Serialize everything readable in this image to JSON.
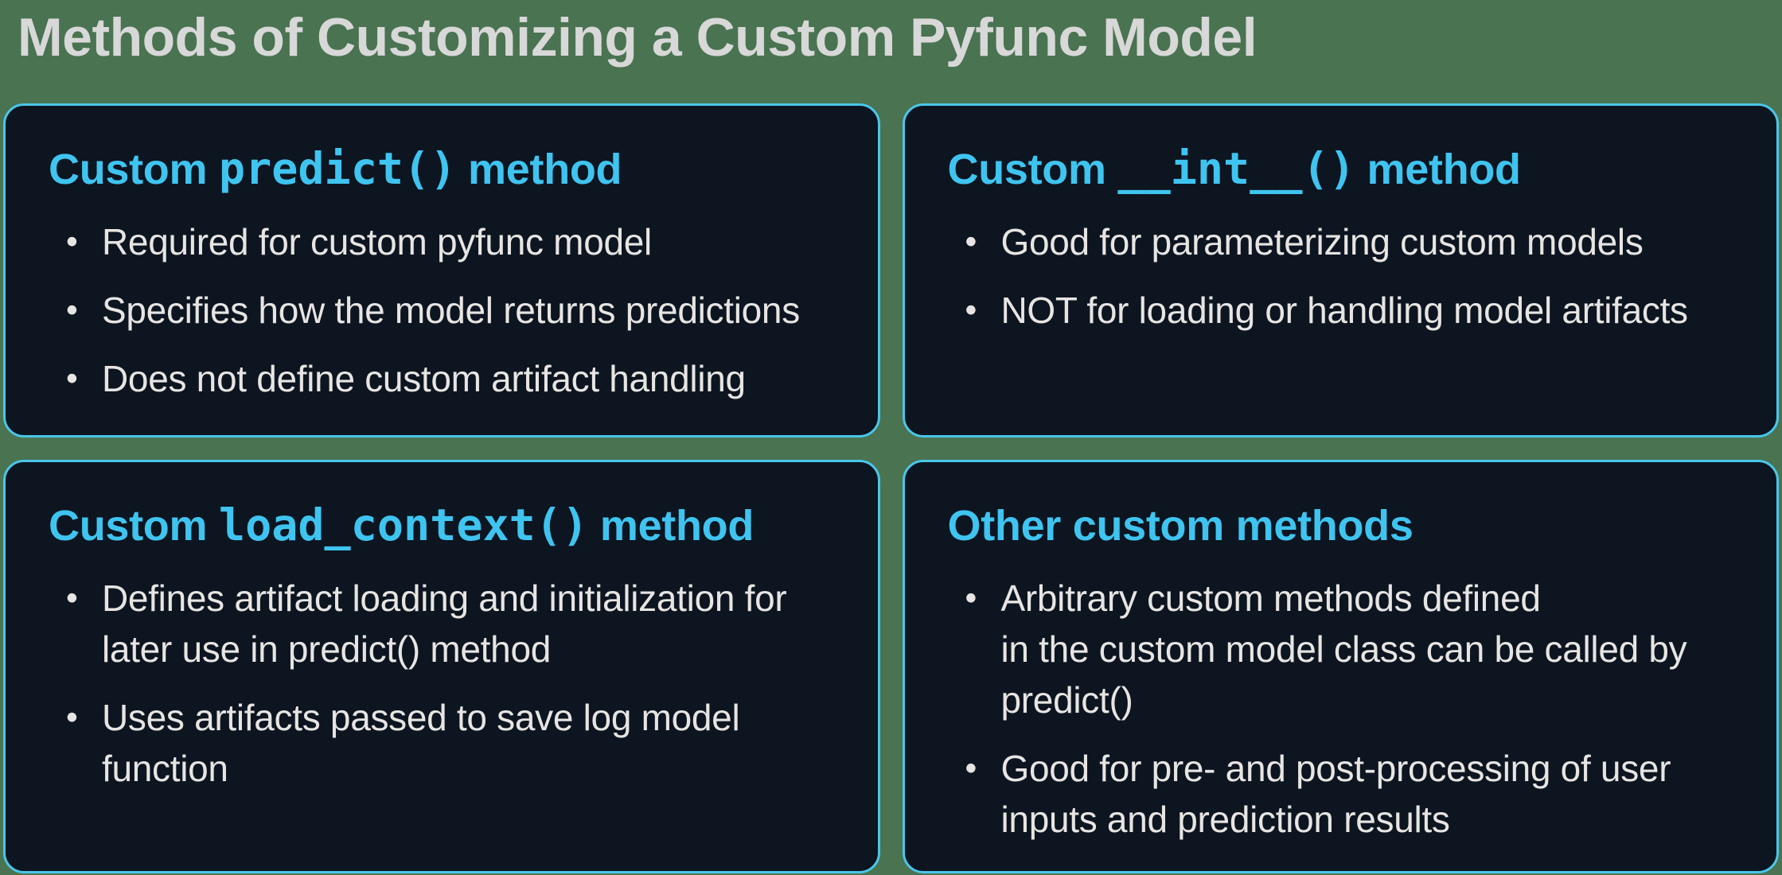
{
  "page": {
    "title": "Methods of Customizing a Custom Pyfunc Model"
  },
  "colors": {
    "background": "#4a7351",
    "card_bg": "#0d1520",
    "card_border": "#4ac6ea",
    "heading": "#3fc4f0",
    "title_text": "#d8d8d8",
    "body_text": "#e7e5e3"
  },
  "glyphs": {
    "bullet": "•"
  },
  "cards": [
    {
      "title": {
        "prefix": "Custom ",
        "code": "predict()",
        "suffix": " method"
      },
      "bullets": [
        "Required for custom pyfunc model",
        "Specifies how the model returns predictions",
        "Does not define custom artifact handling"
      ]
    },
    {
      "title": {
        "prefix": "Custom ",
        "code": "__int__()",
        "suffix": " method"
      },
      "bullets": [
        "Good for parameterizing custom models",
        "NOT for loading or handling model artifacts"
      ]
    },
    {
      "title": {
        "prefix": "Custom ",
        "code": "load_context()",
        "suffix": " method"
      },
      "bullets": [
        "Defines artifact loading and initialization for\nlater use in predict() method",
        "Uses artifacts passed to save log model\nfunction"
      ]
    },
    {
      "title": {
        "prefix": "Other custom methods",
        "code": "",
        "suffix": ""
      },
      "bullets": [
        "Arbitrary custom methods defined\nin the custom model class can be called by\npredict()",
        "Good for pre- and post-processing of user\ninputs and prediction results"
      ]
    }
  ]
}
